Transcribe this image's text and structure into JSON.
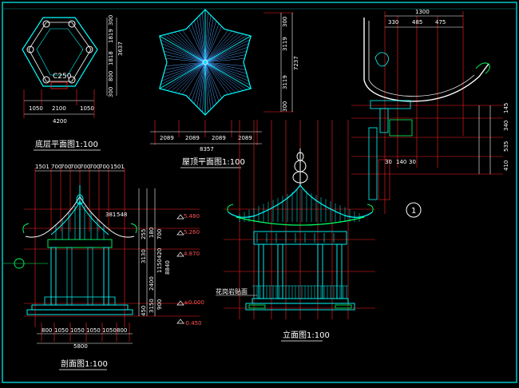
{
  "colors": {
    "background": "#000000",
    "frame": "#00e0e0",
    "cyan": "#00ffff",
    "red": "#ff2020",
    "white": "#ffffff",
    "green": "#00ff60",
    "blue": "#4aa0ff",
    "yellow": "#ffff00",
    "magenta": "#ff00ff"
  },
  "plan": {
    "title": "底层平面图1:100",
    "column_label": "C250",
    "bottom_dims": [
      "1050",
      "2100",
      "1050"
    ],
    "bottom_total": "4200",
    "right_dims": [
      "300",
      "1819",
      "1818",
      "800",
      "300"
    ],
    "right_total": "3637"
  },
  "roof": {
    "title": "屋顶平面图1:100",
    "bottom_dims": [
      "2089",
      "2089",
      "2089",
      "2089"
    ],
    "bottom_total": "8357",
    "right_dims": [
      "300",
      "3119",
      "3119",
      "300"
    ],
    "right_total": "7237"
  },
  "detail": {
    "top_total": "1300",
    "top_dims": [
      "330",
      "485",
      "475"
    ],
    "right_dims": [
      "145",
      "340",
      "535",
      "410"
    ],
    "bottom_dims": [
      "30",
      "140",
      "30"
    ],
    "axis_label": "1"
  },
  "section": {
    "title": "剖面图1:100",
    "top_dims": [
      "1501",
      "700",
      "700",
      "700",
      "700",
      "700",
      "700",
      "1501"
    ],
    "upper_labels": [
      "381",
      "548"
    ],
    "side_dims": [
      "255",
      "3130",
      "180",
      "700",
      "420",
      "1150",
      "2400",
      "8840",
      "3150",
      "450",
      "900"
    ],
    "levels": [
      "5.480",
      "5.260",
      "4.870",
      "±0.000",
      "-0.450"
    ],
    "bottom_dims": [
      "800",
      "1050",
      "1050",
      "1050",
      "1050",
      "800"
    ],
    "bottom_total": "5800"
  },
  "elevation": {
    "title": "立面图1:100",
    "note": "花岗岩贴面"
  }
}
